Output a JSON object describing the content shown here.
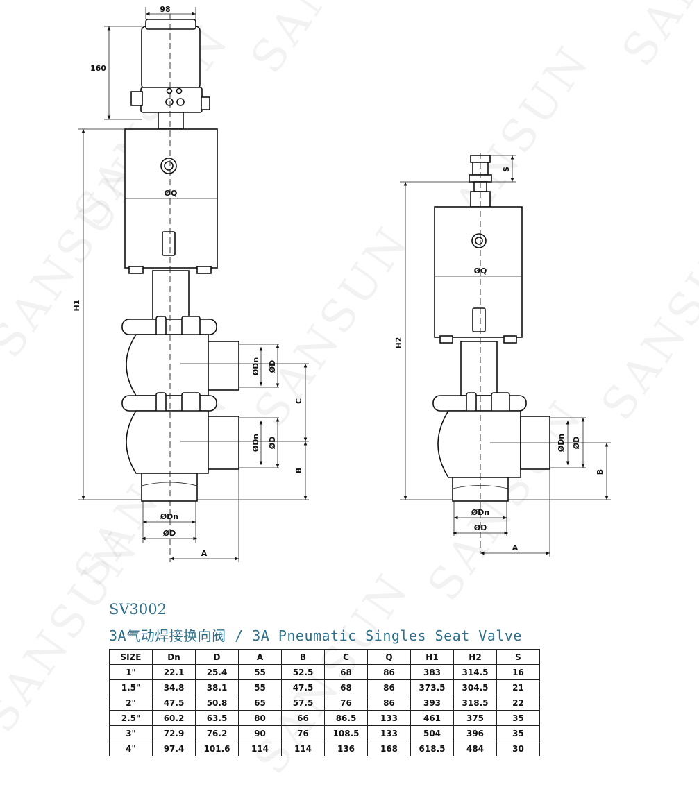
{
  "model": "SV3002",
  "subtitle": "3A气动焊接换向阀 / 3A Pneumatic Singles Seat Valve",
  "watermark": "SANSUN",
  "dimensions": {
    "head_width": "98",
    "head_height": "160",
    "q": "ØQ",
    "h1": "H1",
    "h2": "H2",
    "s": "S",
    "dn": "ØDn",
    "d": "ØD",
    "a": "A",
    "b": "B",
    "c": "C"
  },
  "table": {
    "headers": [
      "SIZE",
      "Dn",
      "D",
      "A",
      "B",
      "C",
      "Q",
      "H1",
      "H2",
      "S"
    ],
    "rows": [
      [
        "1\"",
        "22.1",
        "25.4",
        "55",
        "52.5",
        "68",
        "86",
        "383",
        "314.5",
        "16"
      ],
      [
        "1.5\"",
        "34.8",
        "38.1",
        "55",
        "47.5",
        "68",
        "86",
        "373.5",
        "304.5",
        "21"
      ],
      [
        "2\"",
        "47.5",
        "50.8",
        "65",
        "57.5",
        "76",
        "86",
        "393",
        "318.5",
        "22"
      ],
      [
        "2.5\"",
        "60.2",
        "63.5",
        "80",
        "66",
        "86.5",
        "133",
        "461",
        "375",
        "35"
      ],
      [
        "3\"",
        "72.9",
        "76.2",
        "90",
        "76",
        "108.5",
        "133",
        "504",
        "396",
        "35"
      ],
      [
        "4\"",
        "97.4",
        "101.6",
        "114",
        "114",
        "136",
        "168",
        "618.5",
        "484",
        "30"
      ]
    ]
  }
}
